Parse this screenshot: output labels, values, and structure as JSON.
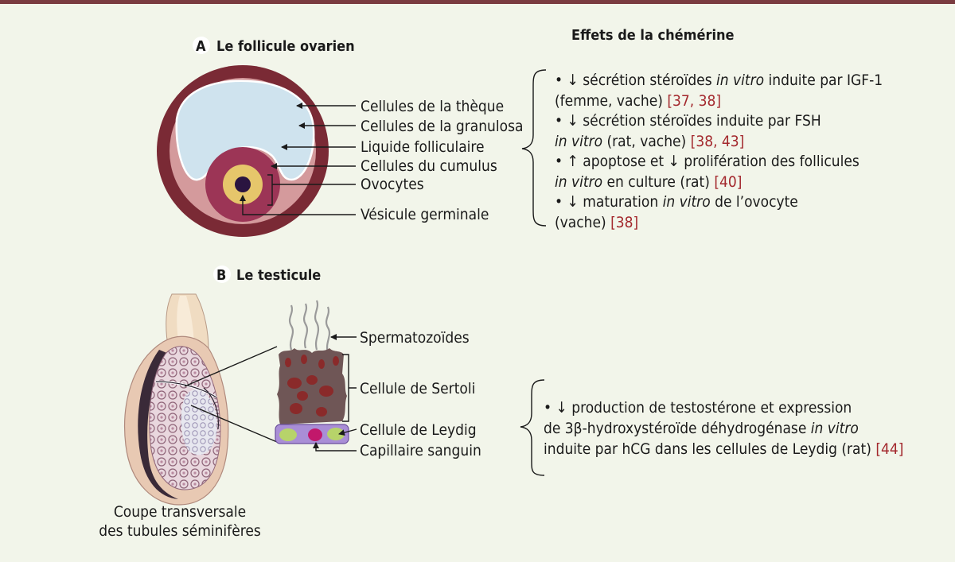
{
  "section_a": {
    "letter": "A",
    "title": "Le follicule ovarien"
  },
  "section_b": {
    "letter": "B",
    "title": "Le testicule"
  },
  "effects_title": "Effets de la chémérine",
  "ovary_labels": {
    "theque": "Cellules de la thèque",
    "granulosa": "Cellules de la granulosa",
    "liquide": "Liquide folliculaire",
    "cumulus": "Cellules du cumulus",
    "ovocytes": "Ovocytes",
    "vesicule": "Vésicule germinale"
  },
  "testis_labels": {
    "spermatozoides": "Spermatozoïdes",
    "sertoli": "Cellule de Sertoli",
    "leydig": "Cellule de Leydig",
    "capillaire": "Capillaire sanguin",
    "coupe_line1": "Coupe transversale",
    "coupe_line2": "des tubules séminifères"
  },
  "ovary_effects": {
    "e1": {
      "bullet": "• ↓ sécrétion stéroïdes ",
      "italic": "in vitro",
      "rest": " induite par IGF-1",
      "line2": "(femme, vache) ",
      "ref": "[37, 38]"
    },
    "e2": {
      "bullet": "• ↓ sécrétion stéroïdes induite par FSH",
      "italic": "in vitro",
      "rest": " (rat, vache) ",
      "ref": "[38, 43]"
    },
    "e3": {
      "bullet": "• ↑ apoptose et ↓ prolifération des follicules",
      "italic": "in vitro",
      "rest": " en culture (rat) ",
      "ref": "[40]"
    },
    "e4": {
      "bullet": "• ↓ maturation ",
      "italic": "in vitro",
      "rest": " de l’ovocyte",
      "line2": "(vache) ",
      "ref": "[38]"
    }
  },
  "testis_effect": {
    "line1": "• ↓ production de testostérone et expression",
    "line2_pre": "de 3β-hydroxystéroïde déhydrogénase ",
    "line2_italic": "in vitro",
    "line3": "induite par hCG dans les cellules de Leydig (rat) ",
    "ref": "[44]"
  },
  "colors": {
    "background": "#f2f5ea",
    "top_bar": "#7a3b40",
    "theque": "#7a2a35",
    "granulosa": "#d49a9c",
    "liquide": "#cfe3ee",
    "cumulus": "#9c3556",
    "ovocyte": "#e6c66b",
    "vesicule": "#2a1440",
    "sertoli": "#6f5656",
    "leydig_base": "#a98ed6",
    "reference": "#a3282d"
  }
}
